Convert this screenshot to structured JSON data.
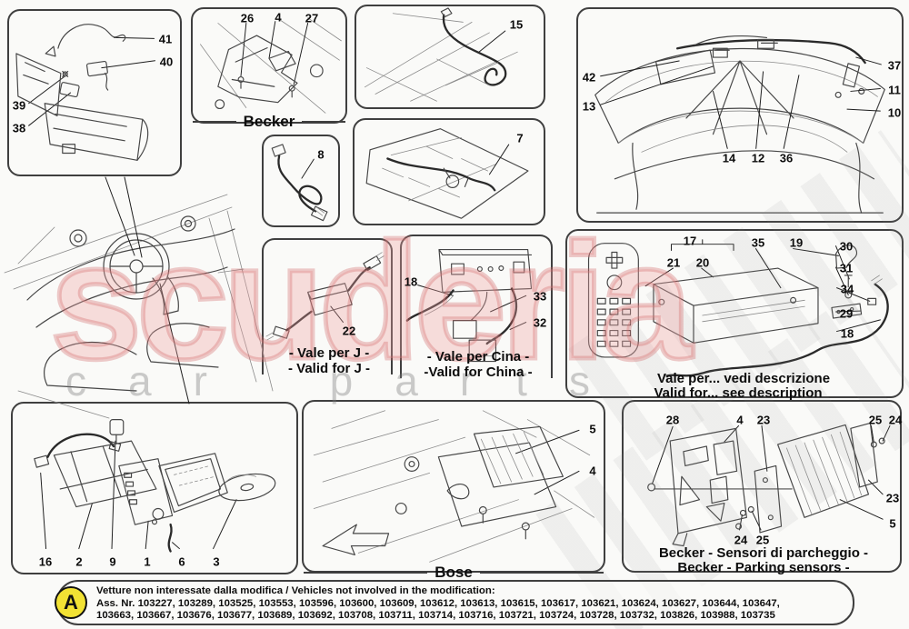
{
  "watermark": {
    "word": "scuderia",
    "sub": "car parts"
  },
  "colors": {
    "watermark_pink": "#e89b9b",
    "watermark_gray": "#9a9a9a",
    "badge_yellow": "#f2e234",
    "line_ink": "#3f3f3f"
  },
  "panels": {
    "under_dash": {
      "callouts": [
        "41",
        "40",
        "39",
        "38"
      ]
    },
    "becker_bracket": {
      "label": "Becker",
      "callouts": [
        "26",
        "4",
        "27"
      ]
    },
    "antenna_cable": {
      "callouts": [
        "15"
      ]
    },
    "engine_lid": {
      "callouts": [
        "42",
        "13",
        "37",
        "11",
        "10",
        "14",
        "12",
        "36"
      ]
    },
    "aux_cable": {
      "callouts": [
        "8"
      ]
    },
    "chassis_harness": {
      "callouts": [
        "7"
      ]
    },
    "valid_j": {
      "caption_it": "- Vale per J -",
      "caption_en": "- Valid for J -",
      "callouts": [
        "22"
      ]
    },
    "valid_china": {
      "caption_it": "- Vale per Cina -",
      "caption_en": "-Valid for China -",
      "callouts": [
        "18",
        "33",
        "32"
      ]
    },
    "head_unit": {
      "caption_it": "Vale per... vedi descrizione",
      "caption_en": "Valid for... see description",
      "callouts": [
        "17",
        "21",
        "20",
        "35",
        "19",
        "30",
        "31",
        "34",
        "29",
        "18"
      ]
    },
    "nav_display": {
      "callouts": [
        "16",
        "2",
        "9",
        "1",
        "6",
        "3"
      ]
    },
    "bose": {
      "label": "Bose",
      "callouts": [
        "5",
        "4"
      ]
    },
    "parking_sensors": {
      "caption_it": "Becker - Sensori di parcheggio -",
      "caption_en": "Becker - Parking sensors -",
      "callouts": [
        "28",
        "4",
        "23",
        "25",
        "24",
        "24",
        "25",
        "23",
        "5"
      ]
    }
  },
  "note": {
    "badge": "A",
    "line1": "Vetture non interessate dalla modifica / Vehicles not involved in the modification:",
    "line2": "Ass. Nr. 103227, 103289, 103525, 103553, 103596, 103600, 103609, 103612, 103613, 103615, 103617, 103621, 103624, 103627, 103644, 103647,",
    "line3": "103663, 103667, 103676, 103677, 103689, 103692, 103708, 103711, 103714, 103716, 103721, 103724, 103728, 103732, 103826, 103988, 103735"
  }
}
